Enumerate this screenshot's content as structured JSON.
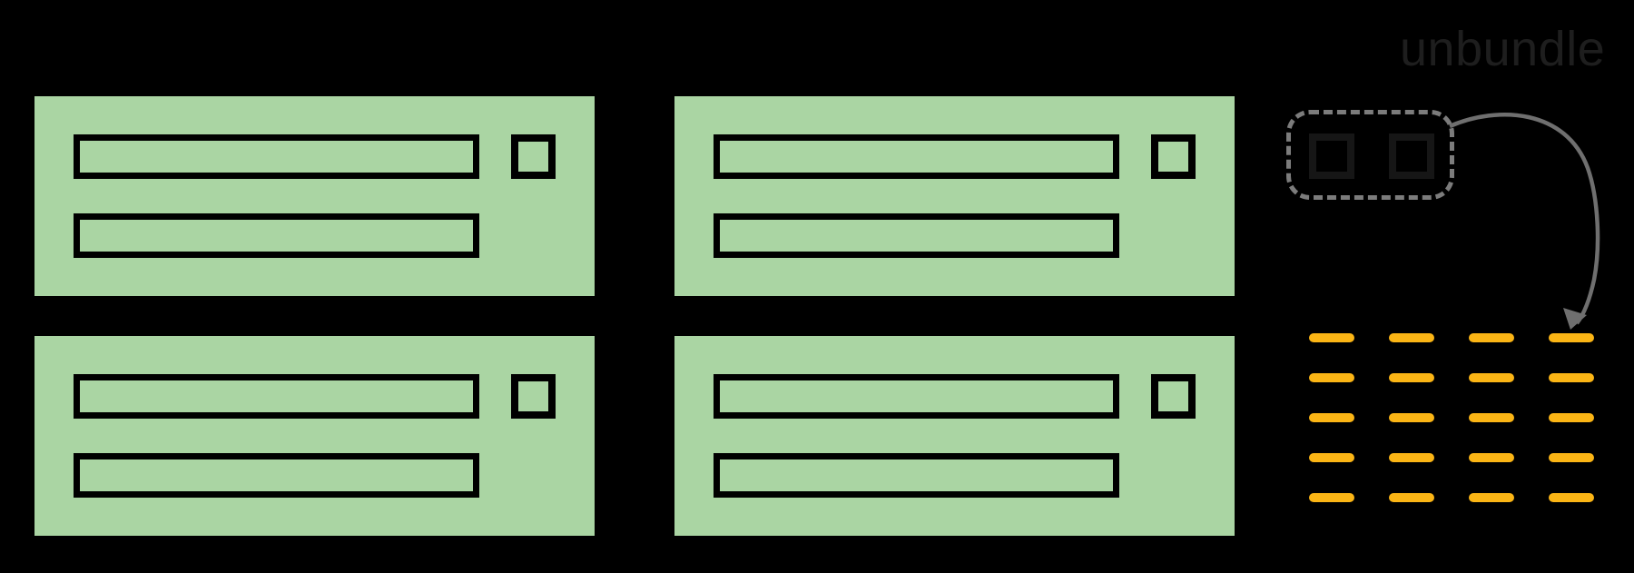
{
  "annotation": {
    "label": "unbundle"
  },
  "colors": {
    "background": "#000000",
    "card_green": "#AAD5A3",
    "outline_black": "#000000",
    "dash_gray": "#7C7C7C",
    "arrow_gray": "#6F6F6F",
    "unbundle_text": "#1E1E1E",
    "bundled_square": "#161616",
    "dash_orange": "#FBB515"
  },
  "cards": {
    "count": 4,
    "layout_rows": 2,
    "layout_cols": 2,
    "bars_per_card": 2,
    "squares_per_card": 1
  },
  "bundle_box": {
    "square_count": 2,
    "border_style": "dashed"
  },
  "unbundled_grid": {
    "rows": 5,
    "cols": 4
  }
}
